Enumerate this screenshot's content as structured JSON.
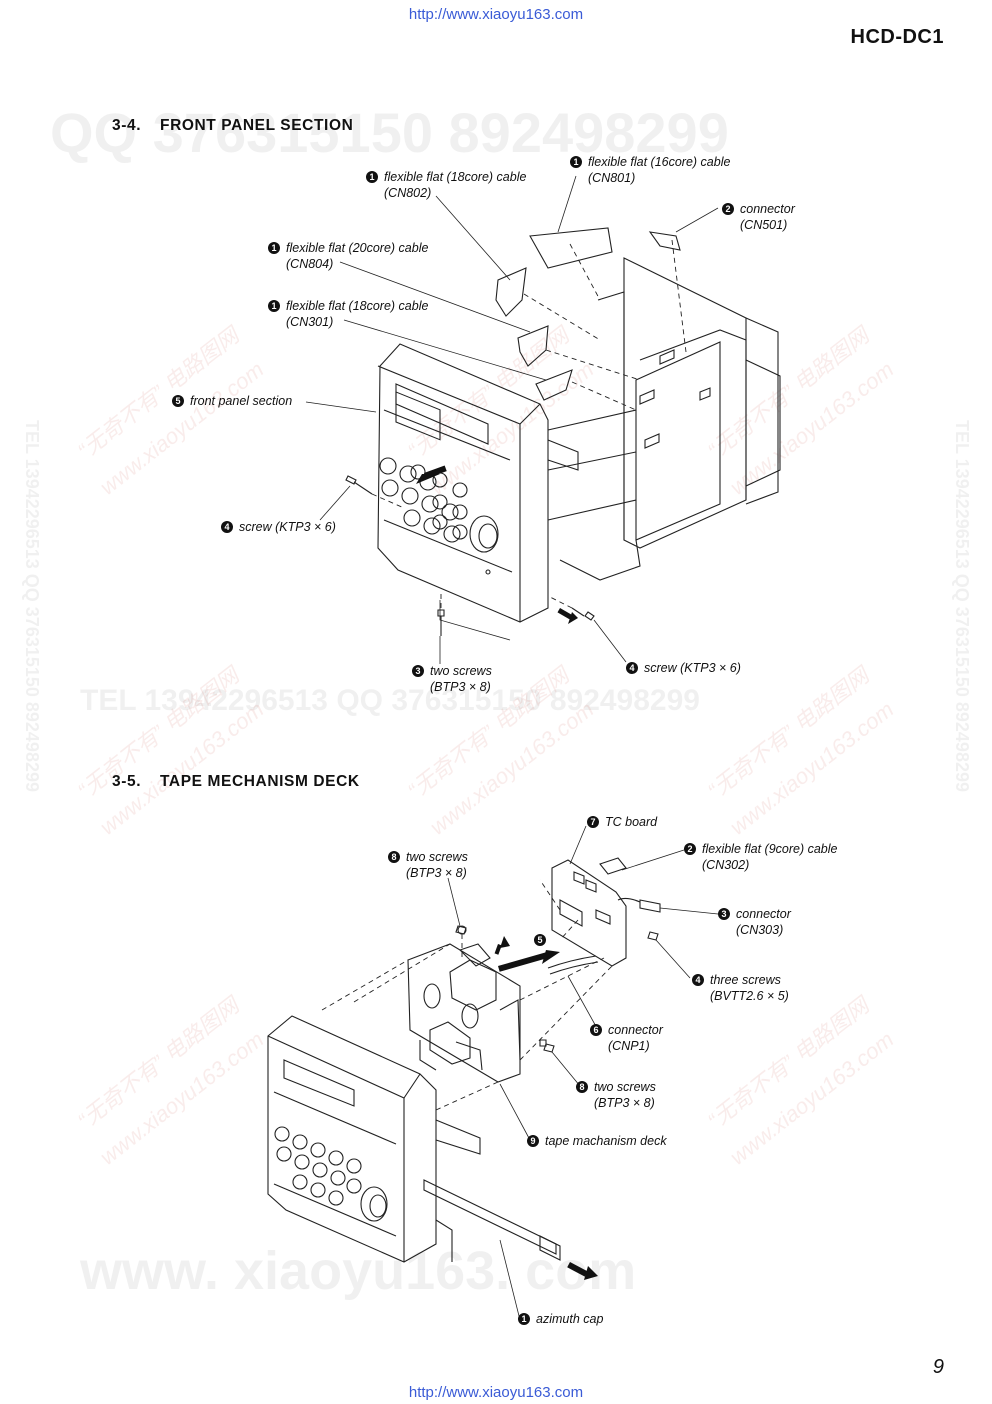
{
  "header": {
    "url": "http://www.xiaoyu163.com",
    "model": "HCD-DC1"
  },
  "footer": {
    "url": "http://www.xiaoyu163.com",
    "page_number": "9"
  },
  "watermarks": {
    "qq": "QQ 376315150  892498299",
    "tel_line": "TEL 13942296513   QQ 376315150   892498299",
    "side": "TEL 13942296513  QQ 376315150  892498299",
    "site_cn": "“无奇不有” 电路图网",
    "site": "www.xiaoyu163.com",
    "big": "www. xiaoyu163. com"
  },
  "section1": {
    "number": "3-4.",
    "title": "FRONT PANEL SECTION",
    "callouts": [
      {
        "badge": "1",
        "line1": "flexible flat (16core) cable",
        "line2": "(CN801)"
      },
      {
        "badge": "1",
        "line1": "flexible flat (18core) cable",
        "line2": "(CN802)"
      },
      {
        "badge": "2",
        "line1": "connector",
        "line2": "(CN501)"
      },
      {
        "badge": "1",
        "line1": "flexible flat (20core) cable",
        "line2": "(CN804)"
      },
      {
        "badge": "1",
        "line1": "flexible flat (18core) cable",
        "line2": "(CN301)"
      },
      {
        "badge": "5",
        "line1": "front panel section",
        "line2": ""
      },
      {
        "badge": "4",
        "line1": "screw  (KTP3 × 6)",
        "line2": ""
      },
      {
        "badge": "3",
        "line1": "two screws",
        "line2": "(BTP3 × 8)"
      },
      {
        "badge": "4",
        "line1": "screw  (KTP3 × 6)",
        "line2": ""
      }
    ]
  },
  "section2": {
    "number": "3-5.",
    "title": "TAPE MECHANISM DECK",
    "callouts": [
      {
        "badge": "7",
        "line1": "TC board",
        "line2": ""
      },
      {
        "badge": "8",
        "line1": "two screws",
        "line2": "(BTP3 × 8)"
      },
      {
        "badge": "2",
        "line1": "flexible flat (9core) cable",
        "line2": "(CN302)"
      },
      {
        "badge": "3",
        "line1": "connector",
        "line2": "(CN303)"
      },
      {
        "badge": "4",
        "line1": "three screws",
        "line2": "(BVTT2.6 × 5)"
      },
      {
        "badge": "6",
        "line1": "connector",
        "line2": "(CNP1)"
      },
      {
        "badge": "8",
        "line1": "two screws",
        "line2": "(BTP3 × 8)"
      },
      {
        "badge": "9",
        "line1": "tape machanism deck",
        "line2": ""
      },
      {
        "badge": "1",
        "line1": "azimuth cap",
        "line2": ""
      }
    ],
    "step_badge": "5"
  }
}
